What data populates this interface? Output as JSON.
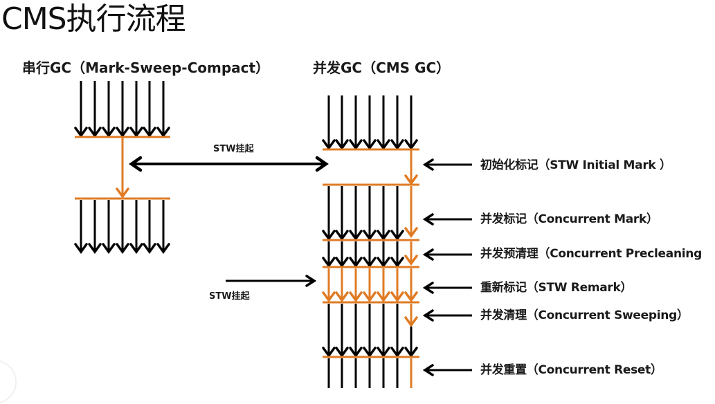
{
  "title": "CMS执行流程",
  "serial": {
    "heading": "串行GC（Mark-Sweep-Compact）",
    "stw_label": "STW挂起",
    "thread_count": 7
  },
  "concurrent": {
    "heading": "并发GC（CMS GC）",
    "stw_label": "STW挂起",
    "thread_count": 7,
    "phases": [
      {
        "label": "初始化标记（STW Initial Mark ）",
        "stw": true
      },
      {
        "label": "并发标记（Concurrent Mark）",
        "stw": false
      },
      {
        "label": "并发预清理（Concurrent Precleaning",
        "stw": false
      },
      {
        "label": "重新标记（STW Remark）",
        "stw": true
      },
      {
        "label": "并发清理（Concurrent Sweeping）",
        "stw": false
      },
      {
        "label": "并发重置（Concurrent Reset）",
        "stw": false
      }
    ]
  },
  "colors": {
    "app_thread": "#000000",
    "gc_thread": "#e07b24",
    "text": "#1a1a1a"
  }
}
